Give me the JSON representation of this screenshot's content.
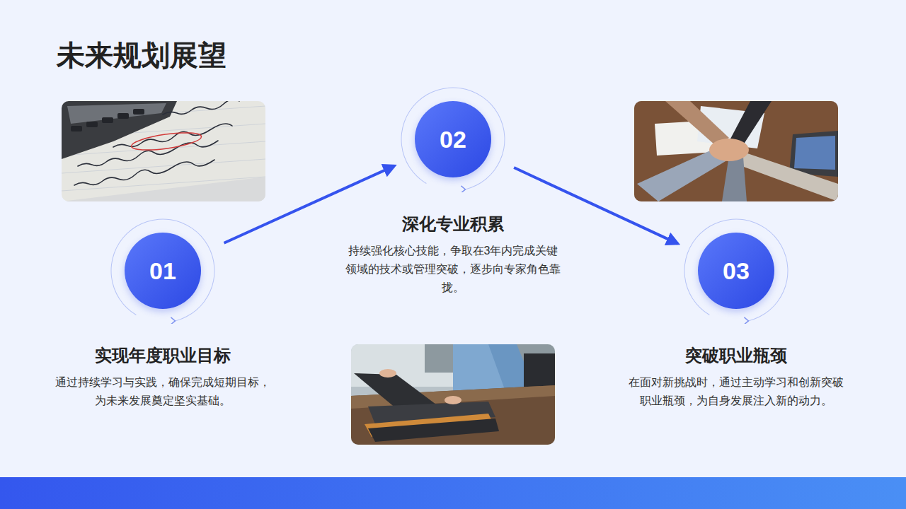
{
  "diagram": {
    "title": "未来规划展望",
    "nodes": [
      {
        "text": [
          "01",
          "实现年度职业目标",
          "通过持续学习与实践，确保完成短期目标，为未来发展奠定坚实基础。"
        ]
      },
      {
        "text": [
          "02",
          "深化专业积累",
          "持续强化核心技能，争取在3年内完成关键领域的技术或管理突破，逐步向专家角色靠拢。"
        ]
      },
      {
        "text": [
          "03",
          "突破职业瓶颈",
          "在面对新挑战时，通过主动学习和创新突破职业瓶颈，为自身发展注入新的动力。"
        ]
      }
    ],
    "edges": [
      {
        "from": 0,
        "to": 1,
        "arrow": "to"
      },
      {
        "from": 1,
        "to": 2,
        "arrow": "to"
      }
    ]
  }
}
